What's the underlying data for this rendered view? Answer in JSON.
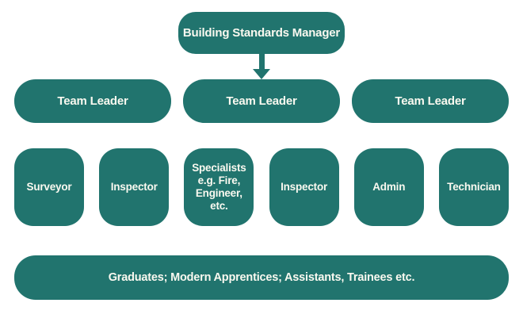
{
  "colors": {
    "box_fill": "#21746E",
    "label_text": "#FAF9F0",
    "background": "#FFFFFF"
  },
  "chart": {
    "manager": {
      "label": "Building Standards Manager"
    },
    "team_leaders": [
      {
        "label": "Team Leader"
      },
      {
        "label": "Team Leader"
      },
      {
        "label": "Team Leader"
      }
    ],
    "staff": [
      {
        "label": "Surveyor"
      },
      {
        "label": "Inspector"
      },
      {
        "label": "Specialists e.g. Fire, Engineer, etc."
      },
      {
        "label": "Inspector"
      },
      {
        "label": "Admin"
      },
      {
        "label": "Technician"
      }
    ],
    "base": {
      "label": "Graduates; Modern Apprentices; Assistants, Trainees etc."
    }
  }
}
